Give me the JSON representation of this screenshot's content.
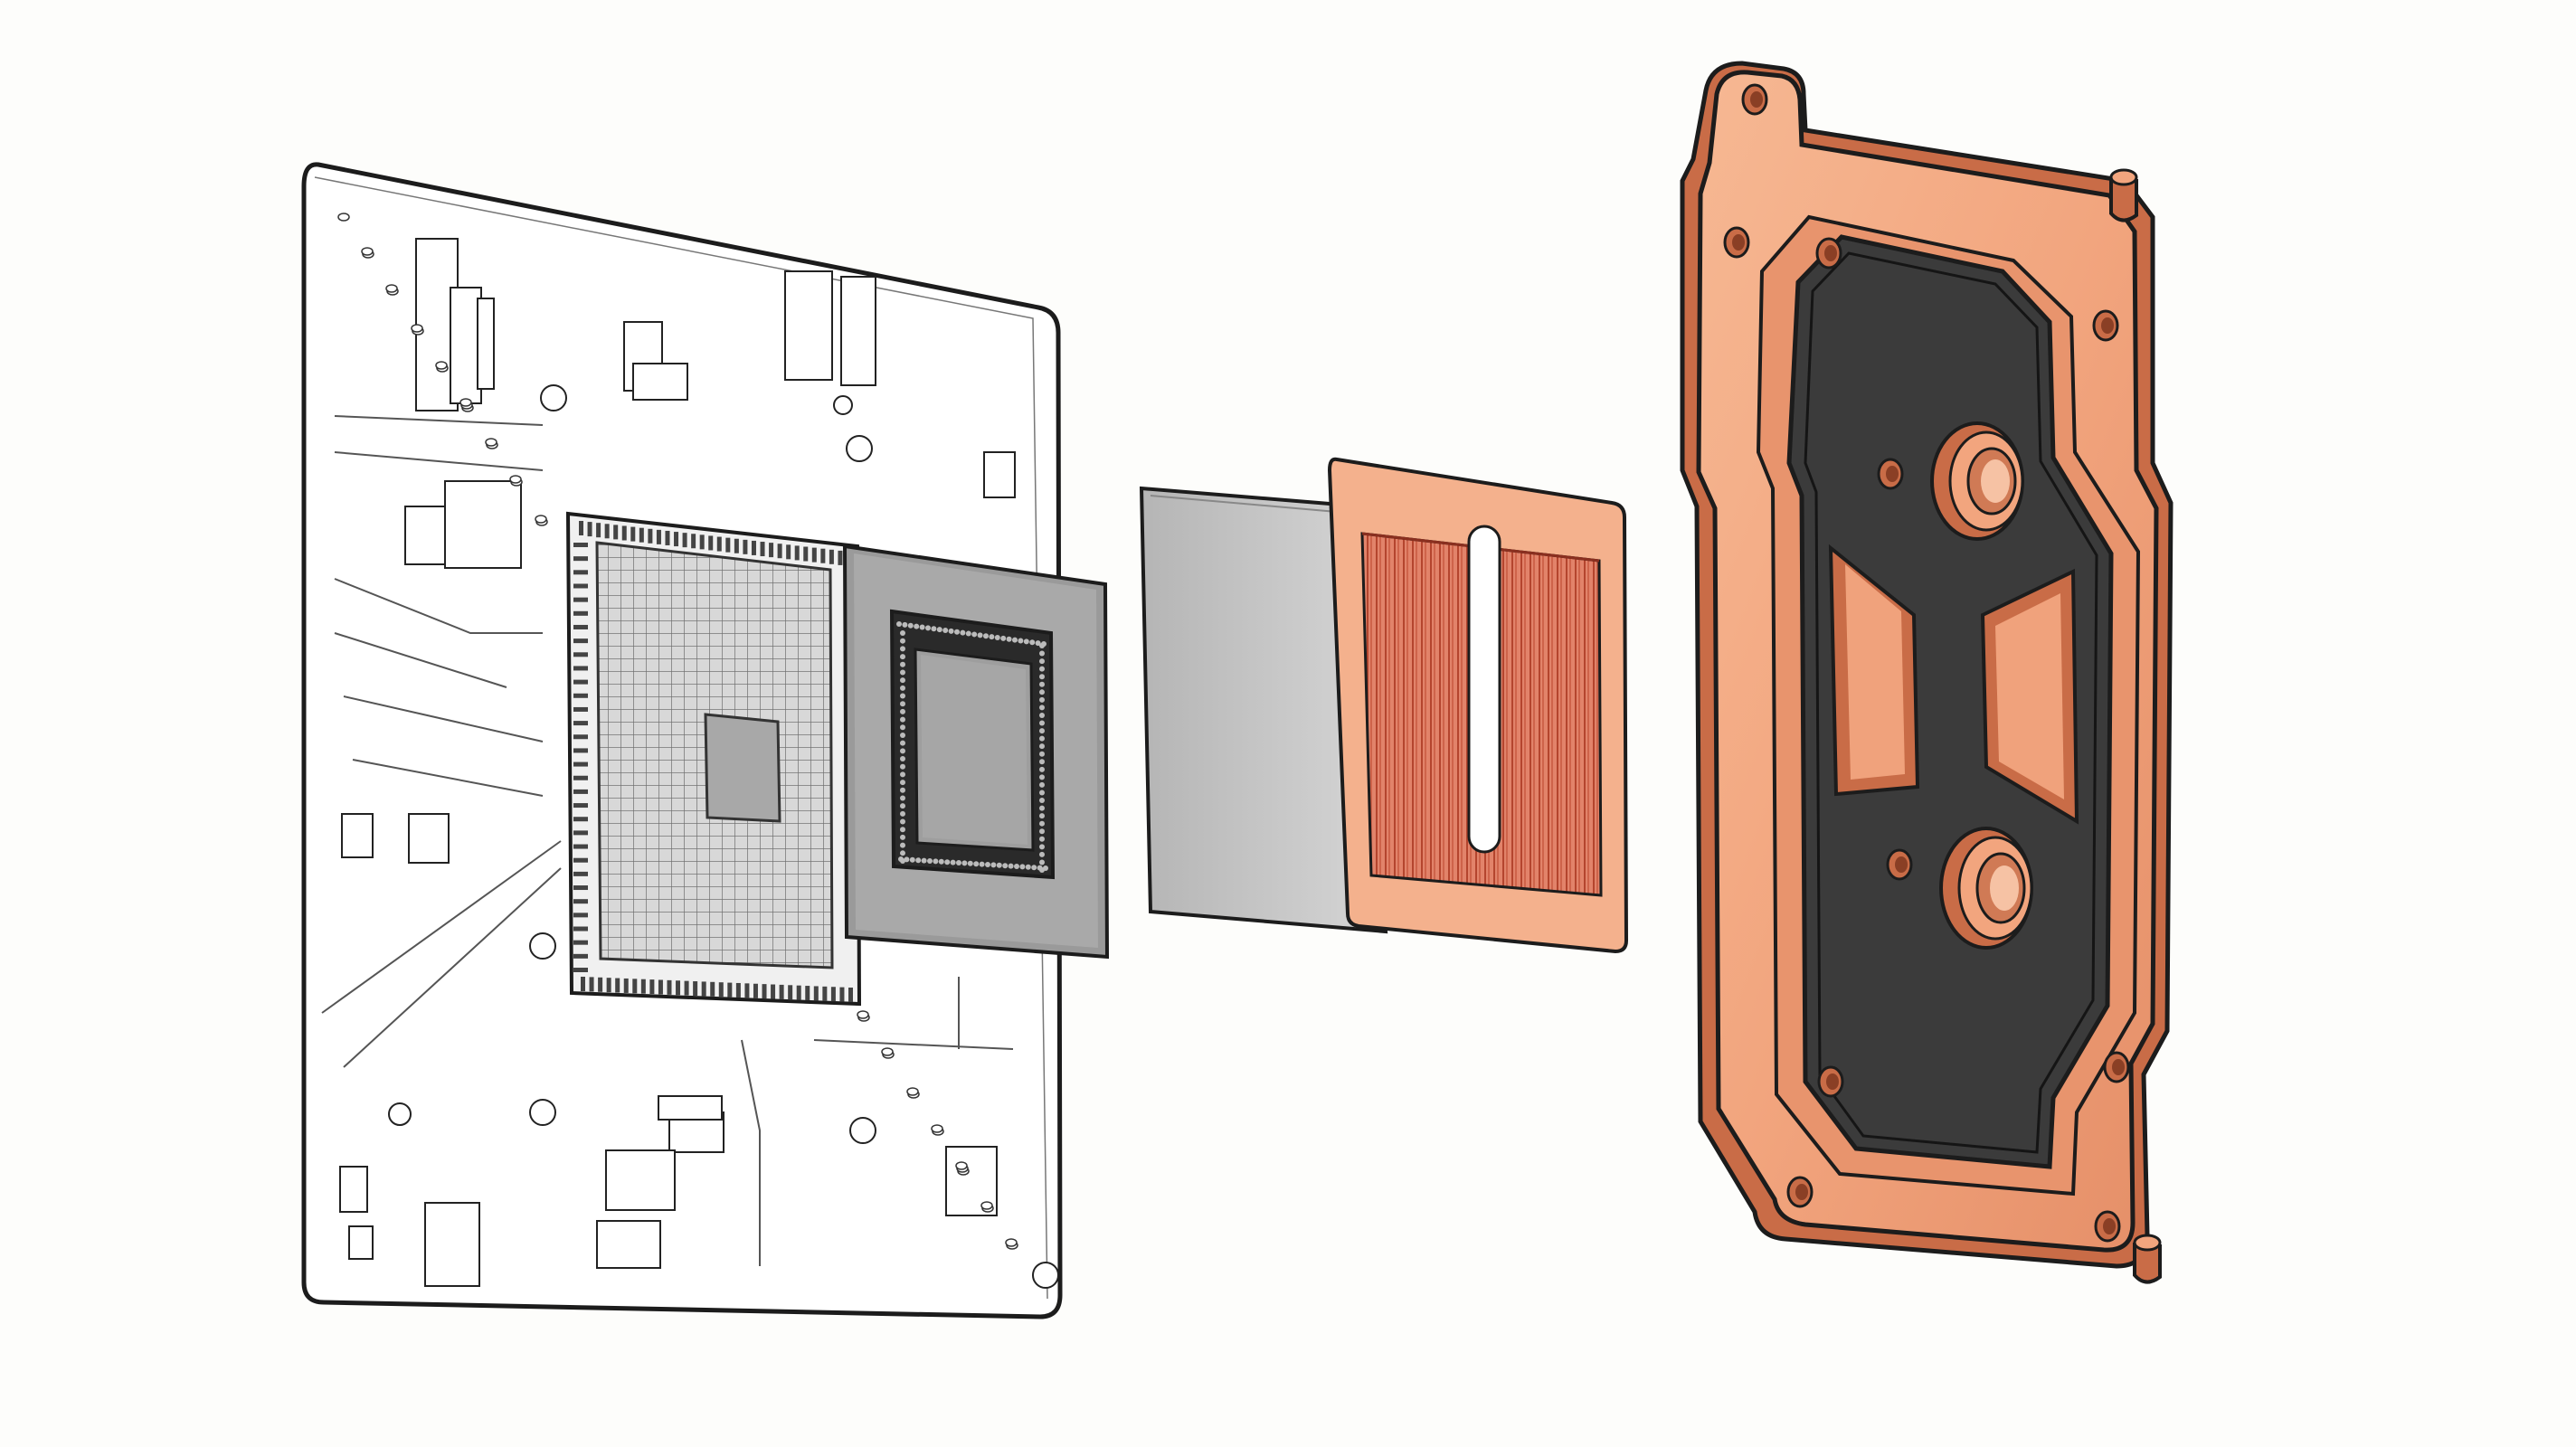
{
  "diagram": {
    "components": [
      {
        "id": "pcb",
        "kind": "circuit-board",
        "label": ""
      },
      {
        "id": "processor",
        "kind": "chip-package",
        "label": ""
      },
      {
        "id": "thermal-pad",
        "kind": "thermal-interface",
        "label": ""
      },
      {
        "id": "cold-plate",
        "kind": "finned-copper-plate",
        "label": ""
      },
      {
        "id": "block-cover",
        "kind": "copper-block-with-gasket",
        "label": ""
      }
    ],
    "colors": {
      "background": "#fdfdfb",
      "outline": "#1c1c1c",
      "pcb_fill": "#ffffff",
      "chip_grey": "#9a9a9a",
      "chip_light": "#c9c9c9",
      "copper": "#f2a57e",
      "copper_dark": "#c96c47",
      "fins": "#c8583f",
      "gasket": "#3b3b3b",
      "pad_grey": "#c4c4c4"
    }
  }
}
